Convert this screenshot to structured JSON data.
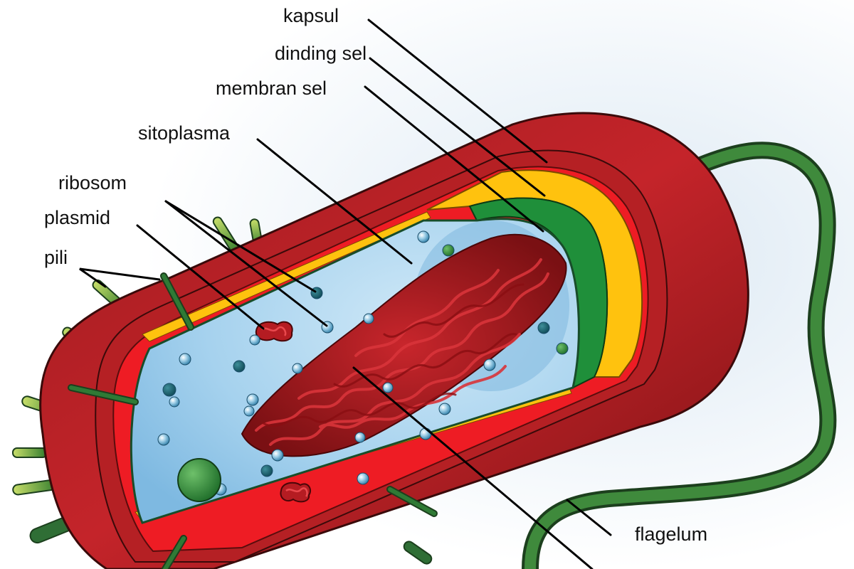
{
  "labels": {
    "kapsul": "kapsul",
    "dinding_sel": "dinding sel",
    "membran_sel": "membran sel",
    "sitoplasma": "sitoplasma",
    "ribosom": "ribosom",
    "plasmid": "plasmid",
    "pili": "pili",
    "flagelum": "flagelum"
  },
  "colors": {
    "capsule_dark": "#8b1414",
    "capsule": "#b52024",
    "cell_wall": "#ee1c24",
    "membrane_yellow": "#ffc20e",
    "membrane_green": "#1f8f3a",
    "cytoplasm": "#a9d4ee",
    "nucleoid": "#a0151b",
    "flagellum": "#2d6b2f",
    "pili": "#8fbd3a"
  }
}
